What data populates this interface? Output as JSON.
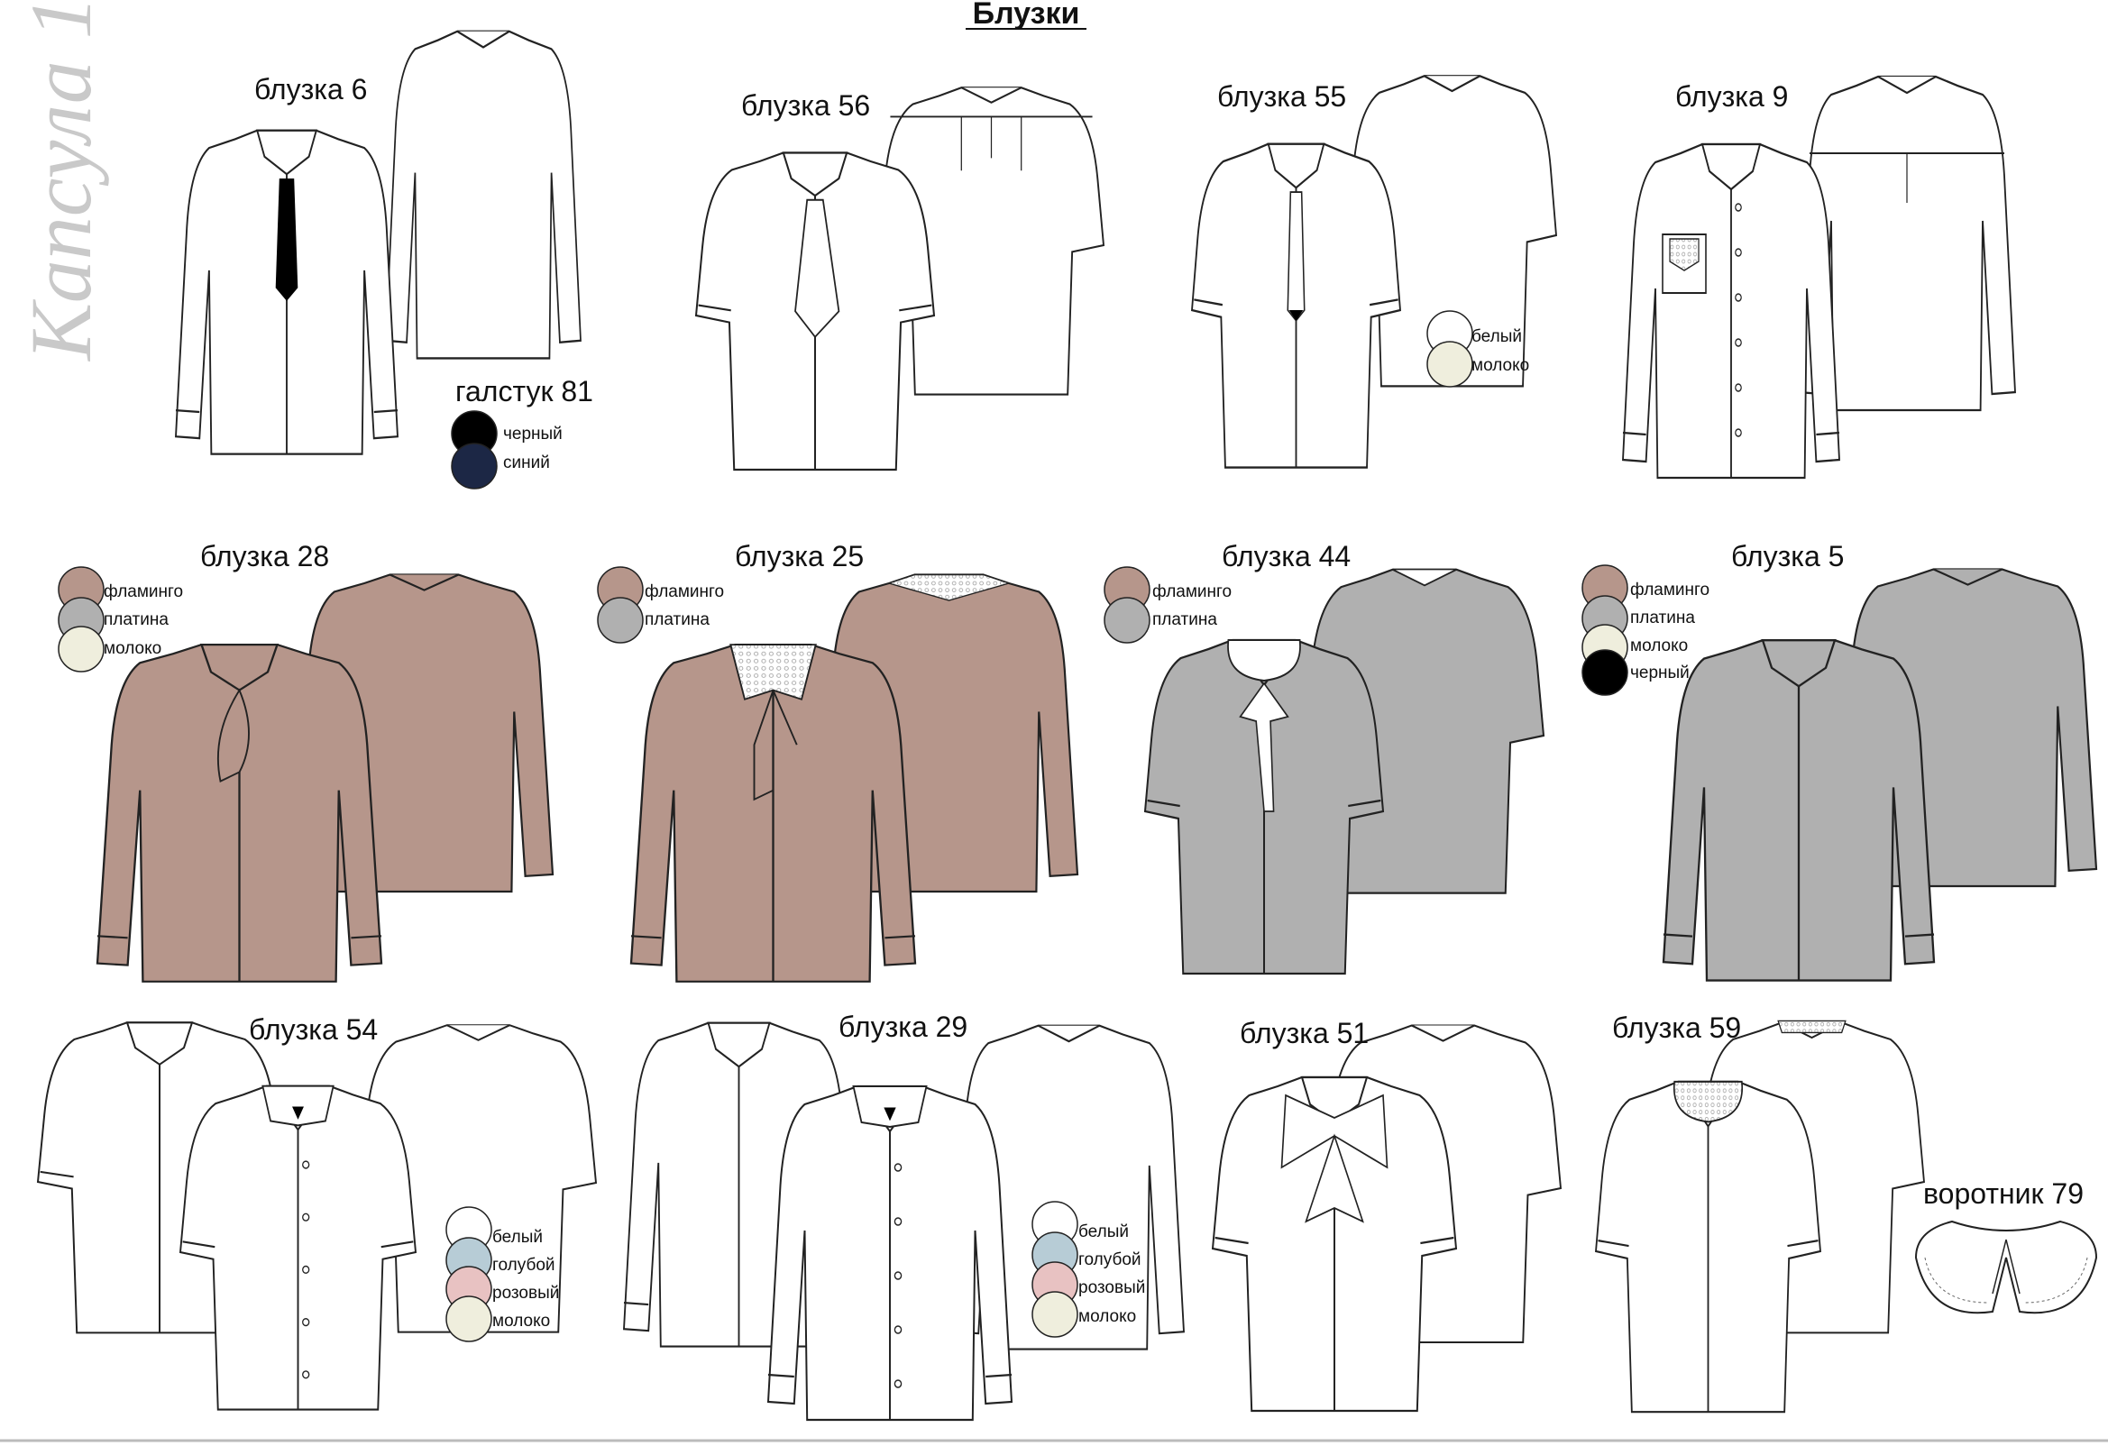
{
  "capsule": "Капсула 1",
  "title": "Блузки",
  "colors": {
    "white": "#ffffff",
    "navy": "#1c2745",
    "flamingo": "#b6968b",
    "platinum": "#b0b0b0",
    "milk": "#efeedd",
    "blue": "#b7ccd6",
    "pink": "#e8c2c2",
    "black": "#000000"
  },
  "models": [
    {
      "label": "блузка 6"
    },
    {
      "label": "блузка 56"
    },
    {
      "label": "блузка 55"
    },
    {
      "label": "блузка 9"
    },
    {
      "label": "блузка 28"
    },
    {
      "label": "блузка 25"
    },
    {
      "label": "блузка 44"
    },
    {
      "label": "блузка 5"
    },
    {
      "label": "блузка 54"
    },
    {
      "label": "блузка 29"
    },
    {
      "label": "блузка 51"
    },
    {
      "label": "блузка 59"
    }
  ],
  "tie_label": "галстук 81",
  "collar_label": "воротник 79",
  "swatches": {
    "tie": [
      "черный",
      "синий"
    ],
    "b55": [
      "белый",
      "молоко"
    ],
    "b28": [
      "фламинго",
      "платина",
      "молоко"
    ],
    "b25": [
      "фламинго",
      "платина"
    ],
    "b44": [
      "фламинго",
      "платина"
    ],
    "b5": [
      "фламинго",
      "платина",
      "молоко",
      "черный"
    ],
    "b54": [
      "белый",
      "голубой",
      "розовый",
      "молоко"
    ],
    "b29": [
      "белый",
      "голубой",
      "розовый",
      "молоко"
    ]
  }
}
